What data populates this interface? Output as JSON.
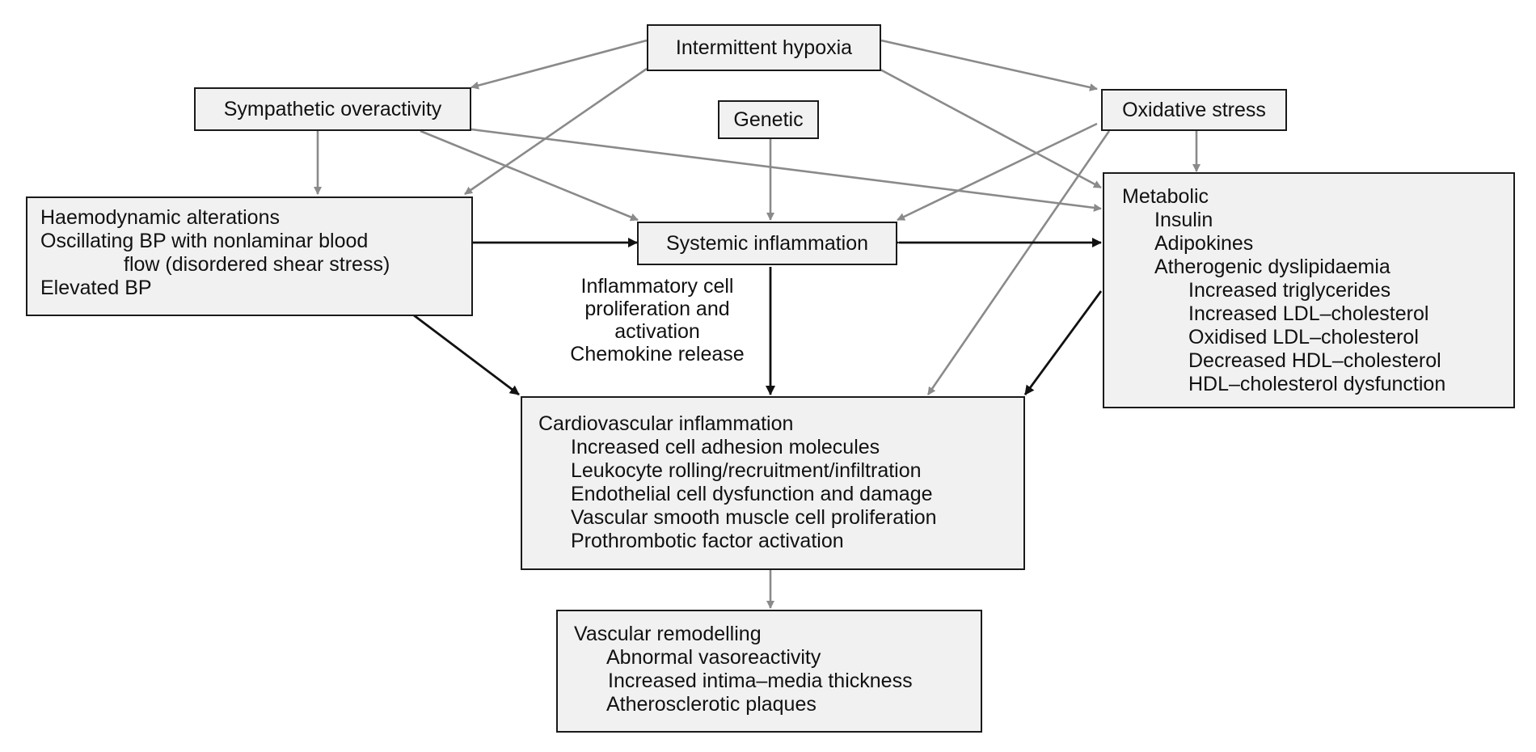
{
  "diagram": {
    "nodes": {
      "intermittent_hypoxia": {
        "title": "Intermittent hypoxia"
      },
      "sympathetic_overactivity": {
        "title": "Sympathetic overactivity"
      },
      "genetic": {
        "title": "Genetic"
      },
      "oxidative_stress": {
        "title": "Oxidative stress"
      },
      "haemodynamic": {
        "title": "Haemodynamic alterations",
        "items": [
          "Oscillating BP with nonlaminar blood",
          "flow (disordered shear stress)",
          "Elevated BP"
        ]
      },
      "systemic_inflammation": {
        "title": "Systemic inflammation"
      },
      "metabolic": {
        "title": "Metabolic",
        "items": [
          "Insulin",
          "Adipokines",
          "Atherogenic dyslipidaemia"
        ],
        "subitems": [
          "Increased triglycerides",
          "Increased LDL–cholesterol",
          "Oxidised LDL–cholesterol",
          "Decreased HDL–cholesterol",
          "HDL–cholesterol dysfunction"
        ]
      },
      "cardiovascular_inflammation": {
        "title": "Cardiovascular inflammation",
        "items": [
          "Increased cell adhesion molecules",
          "Leukocyte rolling/recruitment/infiltration",
          "Endothelial cell dysfunction and damage",
          "Vascular smooth muscle cell proliferation",
          "Prothrombotic factor activation"
        ]
      },
      "vascular_remodelling": {
        "title": "Vascular remodelling",
        "items": [
          "Abnormal vasoreactivity",
          "Increased intima–media thickness",
          "Atherosclerotic plaques"
        ]
      }
    },
    "edge_label": {
      "lines": [
        "Inflammatory cell",
        "proliferation and",
        "activation",
        "Chemokine release"
      ]
    },
    "colors": {
      "strong_arrow": "#111111",
      "light_arrow": "#8a8a8a",
      "box_fill": "#f1f1f1"
    }
  }
}
